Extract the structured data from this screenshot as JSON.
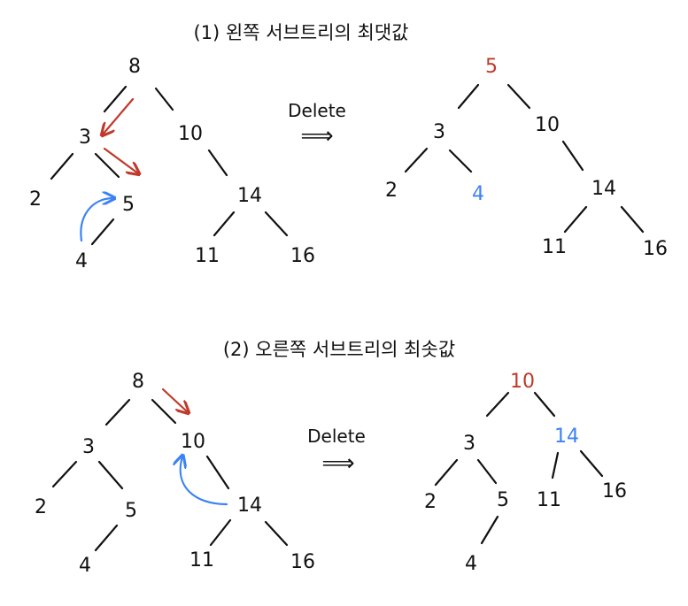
{
  "section1": {
    "title": "(1) 왼쪽 서브트리의 최댓값",
    "operation": "Delete",
    "operation_arrow": "⟹",
    "before": {
      "n8": "8",
      "n3": "3",
      "n10": "10",
      "n2": "2",
      "n5": "5",
      "n4": "4",
      "n14": "14",
      "n11": "11",
      "n16": "16"
    },
    "after": {
      "n5": "5",
      "n3": "3",
      "n10": "10",
      "n2": "2",
      "n4": "4",
      "n14": "14",
      "n11": "11",
      "n16": "16"
    }
  },
  "section2": {
    "title": "(2) 오른쪽 서브트리의 최솟값",
    "operation": "Delete",
    "operation_arrow": "⟹",
    "before": {
      "n8": "8",
      "n3": "3",
      "n10": "10",
      "n2": "2",
      "n5": "5",
      "n4": "4",
      "n14": "14",
      "n11": "11",
      "n16": "16"
    },
    "after": {
      "n10": "10",
      "n3": "3",
      "n14": "14",
      "n2": "2",
      "n5": "5",
      "n4": "4",
      "n11": "11",
      "n16": "16"
    }
  },
  "colors": {
    "ink": "#111111",
    "red": "#c0392b",
    "blue": "#3b82f6"
  }
}
